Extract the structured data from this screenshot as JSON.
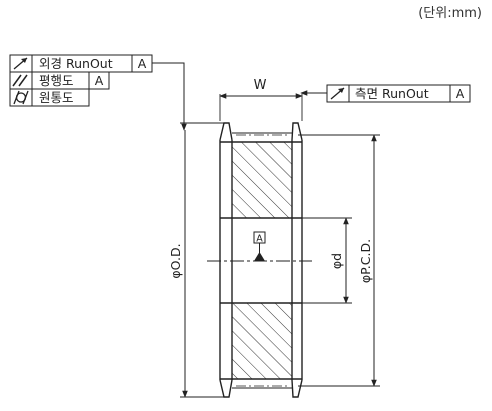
{
  "unit_label": "(단위:mm)",
  "tolerance_frames": {
    "left": [
      {
        "symbol": "circular-runout-icon",
        "text": "외경 RunOut",
        "datum": "A"
      },
      {
        "symbol": "parallelism-icon",
        "text": "평행도",
        "datum": "A"
      },
      {
        "symbol": "cylindricity-icon",
        "text": "원통도"
      }
    ],
    "right": {
      "symbol": "circular-runout-icon",
      "text": "측면 RunOut",
      "datum": "A"
    }
  },
  "dimensions": {
    "width": "W",
    "outer_diameter": "φO.D.",
    "pitch_circle_diameter": "φP.C.D.",
    "bore": "φd",
    "datum": "A"
  },
  "colors": {
    "line": "#222222",
    "hatch": "#333333",
    "background": "#ffffff"
  }
}
